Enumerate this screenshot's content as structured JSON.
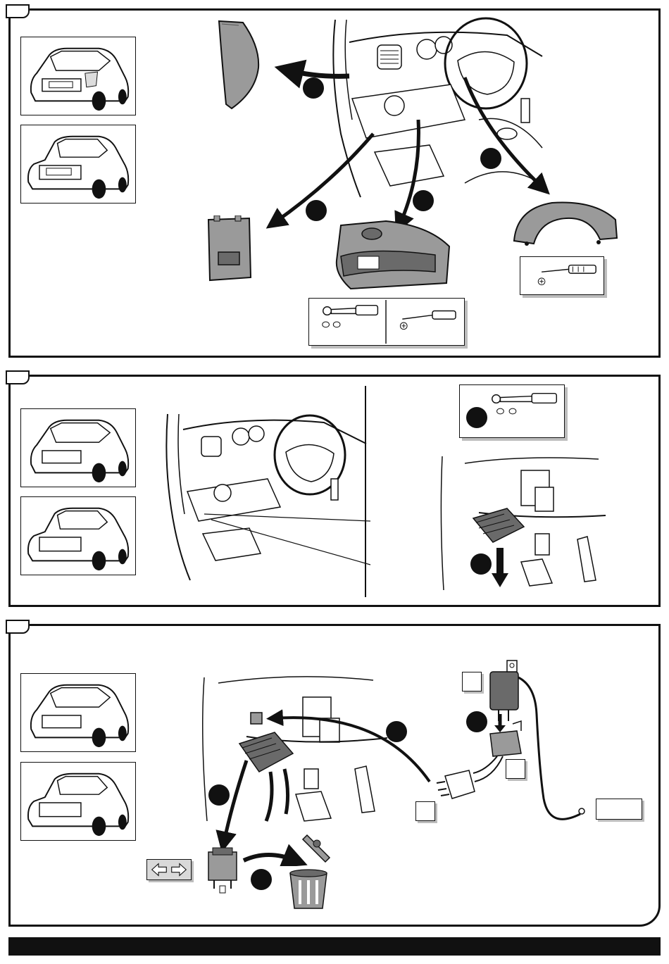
{
  "document": {
    "type": "installation-instructions",
    "panels": [
      {
        "id": "panel-1",
        "step_label": "",
        "callouts": [
          "",
          "",
          "",
          ""
        ]
      },
      {
        "id": "panel-2",
        "step_label": "",
        "callouts": [
          "",
          ""
        ]
      },
      {
        "id": "panel-3",
        "step_label": "",
        "callouts": [
          "",
          "",
          "",
          ""
        ],
        "part_labels": [
          "",
          "",
          ""
        ],
        "wire_label": ""
      }
    ]
  },
  "icons": {
    "car_front": "hatchback-rear-icon",
    "car_sedan": "sedan-rear-icon",
    "ratchet": "ratchet-wrench-icon",
    "screwdriver": "phillips-screwdriver-icon",
    "bin": "trash-bin-icon",
    "direction": "double-arrow-icon"
  },
  "colors": {
    "ink": "#111111",
    "shadow": "#bdbdbd",
    "part_fill": "#9a9a9a",
    "part_dark": "#6a6a6a",
    "panel_bg": "#ffffff"
  }
}
